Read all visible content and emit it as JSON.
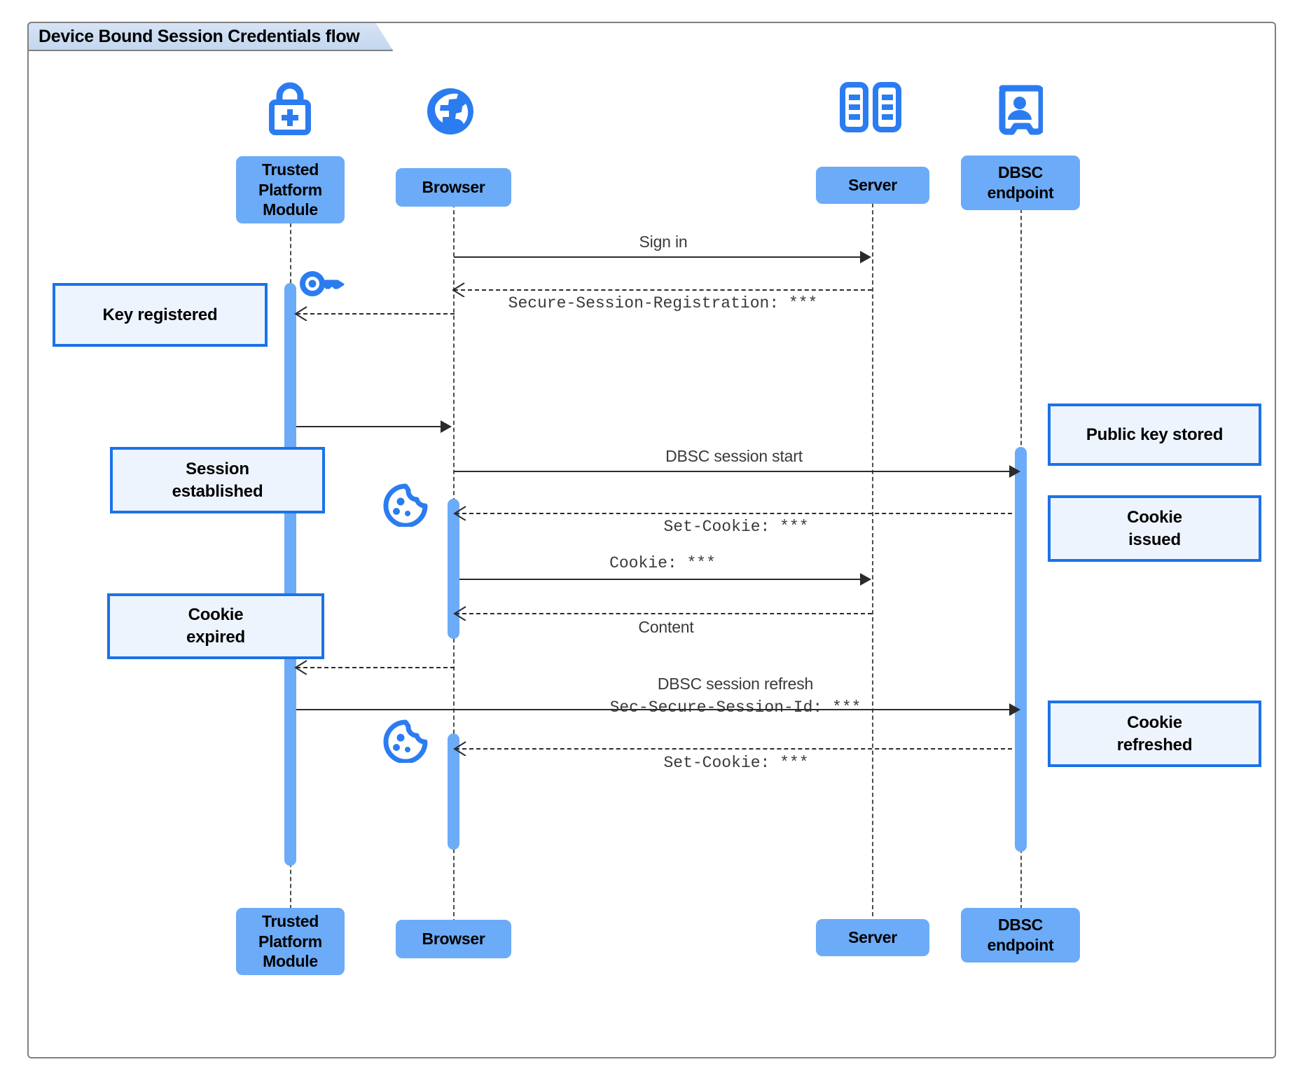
{
  "diagram": {
    "kind": "uml-sequence-diagram",
    "frame_title": "Device Bound Session Credentials flow",
    "colors": {
      "participant_fill": "#6cabf7",
      "icon_blue": "#2b7cf0",
      "note_border": "#1a73e8",
      "note_fill": "#edf4fe",
      "line": "#2b2b2b",
      "frame_border": "#808080",
      "frame_tab_fill": "#c9dcf1"
    }
  },
  "participants": [
    {
      "id": "tpm",
      "label": "Trusted\nPlatform\nModule",
      "icon": "lock-plus-icon"
    },
    {
      "id": "browser",
      "label": "Browser",
      "icon": "globe-icon"
    },
    {
      "id": "server",
      "label": "Server",
      "icon": "server-racks-icon"
    },
    {
      "id": "dbsc",
      "label": "DBSC\nendpoint",
      "icon": "id-badge-icon"
    }
  ],
  "participants_bottom": [
    {
      "id": "tpm",
      "label": "Trusted\nPlatform\nModule"
    },
    {
      "id": "browser",
      "label": "Browser"
    },
    {
      "id": "server",
      "label": "Server"
    },
    {
      "id": "dbsc",
      "label": "DBSC\nendpoint"
    }
  ],
  "messages": [
    {
      "id": "m1",
      "from": "browser",
      "to": "server",
      "label": "Sign in",
      "style": "solid",
      "font": "sans"
    },
    {
      "id": "m2",
      "from": "server",
      "to": "browser",
      "label": "Secure-Session-Registration: ***",
      "style": "dashed",
      "font": "mono"
    },
    {
      "id": "m3",
      "from": "browser",
      "to": "tpm",
      "label": "",
      "style": "dashed",
      "font": "sans"
    },
    {
      "id": "m4",
      "from": "tpm",
      "to": "browser",
      "label": "",
      "style": "solid",
      "font": "sans"
    },
    {
      "id": "m5",
      "from": "browser",
      "to": "dbsc",
      "label": "DBSC session start",
      "style": "solid",
      "font": "sans"
    },
    {
      "id": "m6",
      "from": "dbsc",
      "to": "browser",
      "label": "Set-Cookie: ***",
      "style": "dashed",
      "font": "mono"
    },
    {
      "id": "m7",
      "from": "browser",
      "to": "server",
      "label": "Cookie: ***",
      "style": "solid",
      "font": "mono"
    },
    {
      "id": "m8",
      "from": "server",
      "to": "browser",
      "label": "Content",
      "style": "dashed",
      "font": "sans"
    },
    {
      "id": "m9",
      "from": "browser",
      "to": "tpm",
      "label": "",
      "style": "dashed",
      "font": "sans"
    },
    {
      "id": "m10",
      "from": "tpm",
      "to": "dbsc",
      "label": "DBSC session refresh",
      "label2": "Sec-Secure-Session-Id: ***",
      "style": "solid",
      "font": "sans"
    },
    {
      "id": "m11",
      "from": "dbsc",
      "to": "browser",
      "label": "Set-Cookie: ***",
      "style": "dashed",
      "font": "mono"
    }
  ],
  "notes": [
    {
      "id": "n1",
      "side": "left",
      "text": "Key registered",
      "attached": "tpm"
    },
    {
      "id": "n2",
      "side": "left",
      "text": "Session\nestablished",
      "attached": "tpm"
    },
    {
      "id": "n3",
      "side": "left",
      "text": "Cookie\nexpired",
      "attached": "tpm"
    },
    {
      "id": "n4",
      "side": "right",
      "text": "Public key stored",
      "attached": "dbsc"
    },
    {
      "id": "n5",
      "side": "right",
      "text": "Cookie\nissued",
      "attached": "dbsc"
    },
    {
      "id": "n6",
      "side": "right",
      "text": "Cookie\nrefreshed",
      "attached": "dbsc"
    }
  ],
  "inline_icons": [
    {
      "id": "key1",
      "name": "key-icon",
      "near": "tpm"
    },
    {
      "id": "cookie1",
      "name": "cookie-icon",
      "near": "browser"
    },
    {
      "id": "cookie2",
      "name": "cookie-icon",
      "near": "browser"
    }
  ],
  "labels": {
    "title": "Device Bound Session Credentials flow",
    "tpm": "Trusted Platform Module",
    "tpm_l1": "Trusted",
    "tpm_l2": "Platform",
    "tpm_l3": "Module",
    "browser": "Browser",
    "server": "Server",
    "dbsc_l1": "DBSC",
    "dbsc_l2": "endpoint",
    "m_sign_in": "Sign in",
    "m_registration": "Secure-Session-Registration: ***",
    "m_session_start": "DBSC session start",
    "m_set_cookie": "Set-Cookie: ***",
    "m_cookie": "Cookie: ***",
    "m_content": "Content",
    "m_refresh": "DBSC session refresh",
    "m_sec_session_id": "Sec-Secure-Session-Id: ***",
    "m_set_cookie_2": "Set-Cookie: ***",
    "n_key_registered": "Key registered",
    "n_session_l1": "Session",
    "n_session_l2": "established",
    "n_cookie_exp_l1": "Cookie",
    "n_cookie_exp_l2": "expired",
    "n_pubkey": "Public key stored",
    "n_cookie_iss_l1": "Cookie",
    "n_cookie_iss_l2": "issued",
    "n_cookie_ref_l1": "Cookie",
    "n_cookie_ref_l2": "refreshed"
  }
}
